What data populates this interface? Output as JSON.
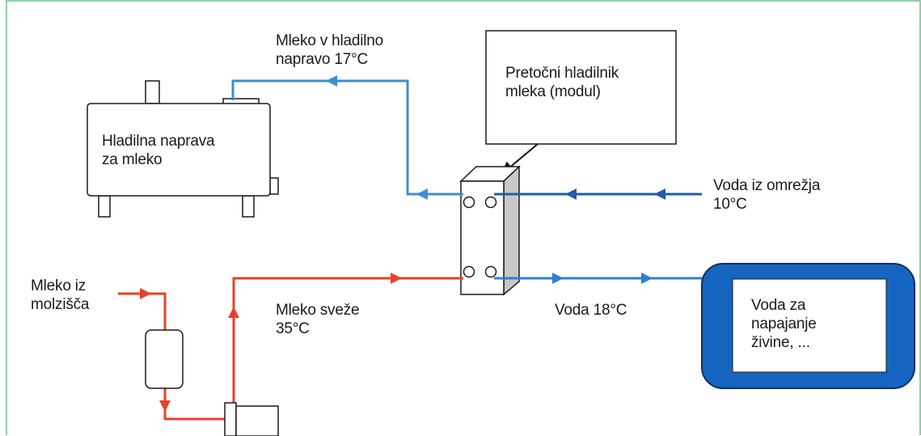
{
  "labels": {
    "milk_to_cooler": "Mleko v hladilno\nnapravo 17°C",
    "flow_cooler_box": "Pretočni hladilnik\nmleka (modul)",
    "cooling_tank": "Hladilna naprava\nza mleko",
    "water_mains": "Voda iz omrežja\n10°C",
    "milk_from_parlor": "Mleko iz\nmolzišča",
    "fresh_milk": "Mleko sveže\n35°C",
    "water_18": "Voda 18°C",
    "livestock_water": "Voda za\nnapajanje\nživine, ..."
  },
  "colors": {
    "frame": "#8fd0a8",
    "milk_line": "#e8402a",
    "cooled_milk_line": "#3a8fd0",
    "water_line": "#1f5fa8",
    "warm_water_line": "#2d7fd0",
    "trough_fill": "#1565c0",
    "trough_border": "#0d2f66",
    "equipment_stroke": "#1a1a1a",
    "exchanger_side": "#c8c8c8"
  }
}
